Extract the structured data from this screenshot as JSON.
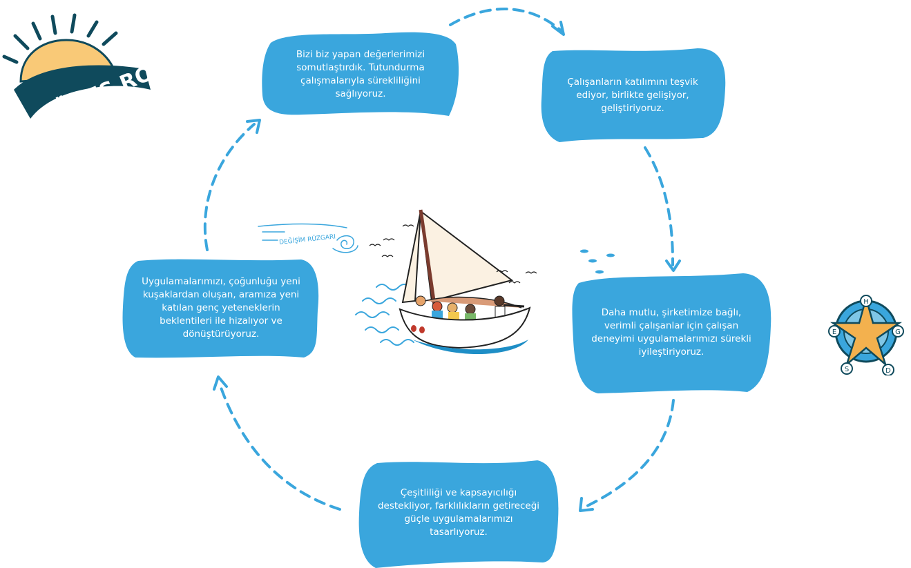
{
  "logo": {
    "text": "GÜNEŞ ROTASI"
  },
  "wind_label": "DEĞİŞİM RÜZGARI",
  "compass": {
    "north": "H",
    "east": "G",
    "south": "D",
    "west": "S",
    "northwest": "E"
  },
  "colors": {
    "accent": "#3aa6dd",
    "sun": "#f9c977",
    "dark_teal": "#0f4a5c",
    "star": "#f3b14e"
  },
  "cycle": [
    {
      "text": "Bizi biz yapan değerlerimizi somutlaştırdık. Tutundurma çalışmalarıyla sürekliliğini sağlıyoruz."
    },
    {
      "text": "Çalışanların katılımını teşvik ediyor, birlikte gelişiyor, geliştiriyoruz."
    },
    {
      "text": "Daha mutlu, şirketimize bağlı, verimli çalışanlar için çalışan deneyimi uygulamalarımızı sürekli iyileştiriyoruz."
    },
    {
      "text": "Çeşitliliği ve kapsayıcılığı destekliyor, farklılıkların getireceği güçle uygulamalarımızı tasarlıyoruz."
    },
    {
      "text": "Uygulamalarımızı, çoğunluğu yeni kuşaklardan oluşan, aramıza yeni katılan genç yeteneklerin beklentileri ile hizalıyor ve dönüştürüyoruz."
    }
  ]
}
